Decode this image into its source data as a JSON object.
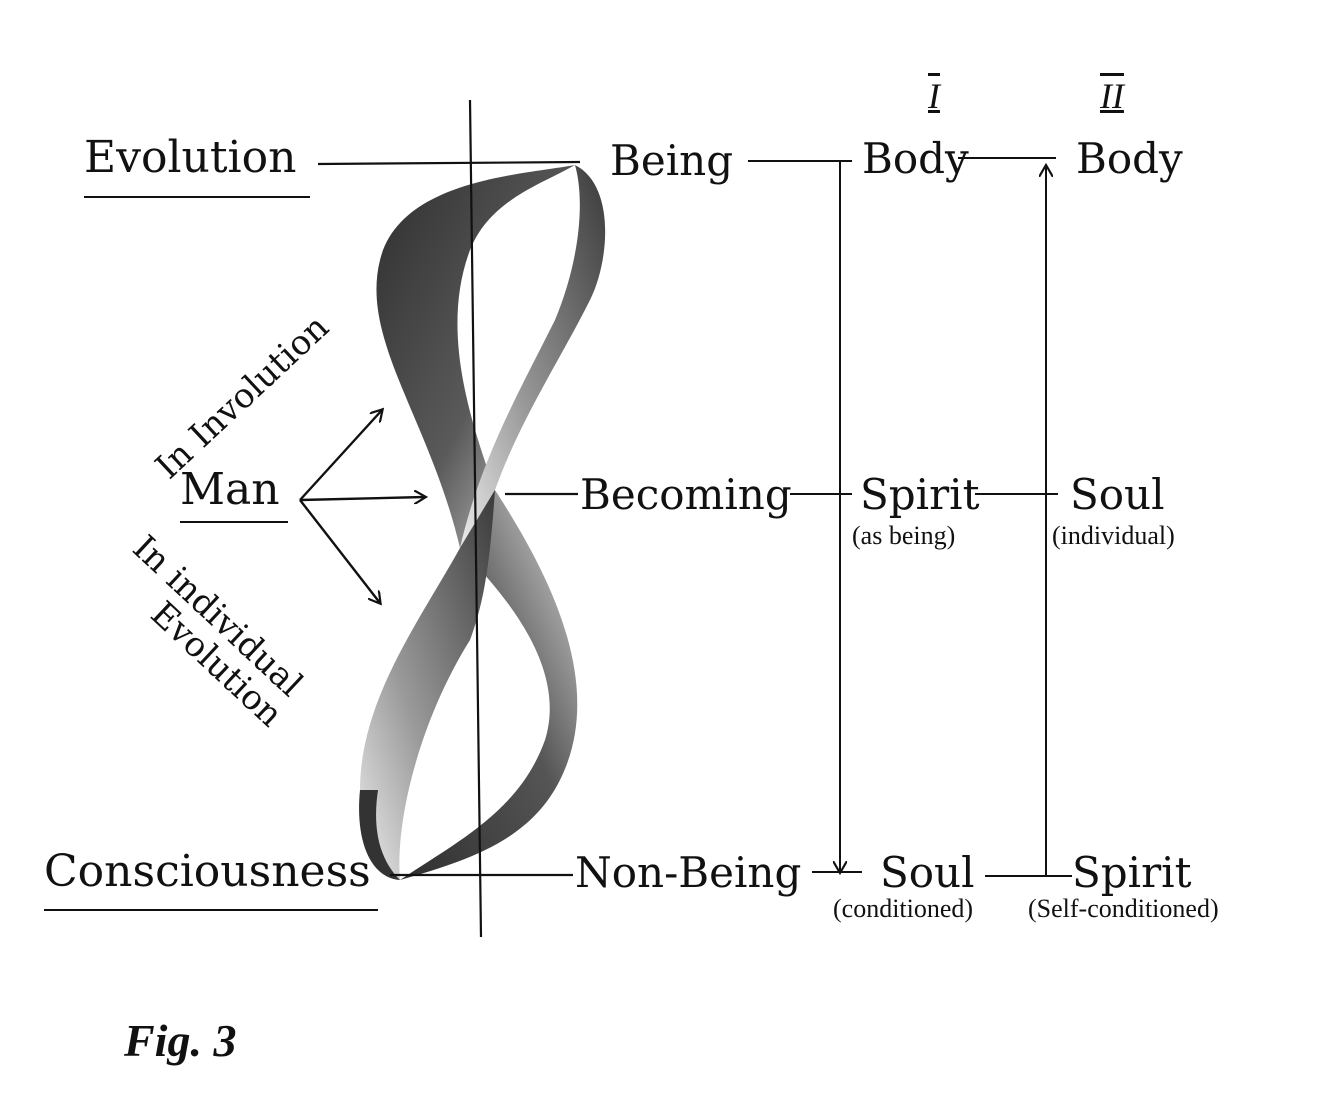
{
  "labels": {
    "evolution": "Evolution",
    "consciousness": "Consciousness",
    "man": "Man",
    "in_involution": "In Involution",
    "in_individual": "In individual",
    "evolution_rot": "Evolution",
    "being": "Being",
    "becoming": "Becoming",
    "non_being": "Non-Being"
  },
  "columns": [
    {
      "roman": "I",
      "top": "Body",
      "middle": "Spirit",
      "middle_note": "(as being)",
      "bottom": "Soul",
      "bottom_note": "(conditioned)"
    },
    {
      "roman": "II",
      "top": "Body",
      "middle": "Soul",
      "middle_note": "(individual)",
      "bottom": "Spirit",
      "bottom_note": "(Self-conditioned)"
    }
  ],
  "caption": "Fig. 3",
  "colors": {
    "ink": "#111111",
    "band_dark": "#3a3a3a",
    "band_light": "#d8d8d8"
  }
}
